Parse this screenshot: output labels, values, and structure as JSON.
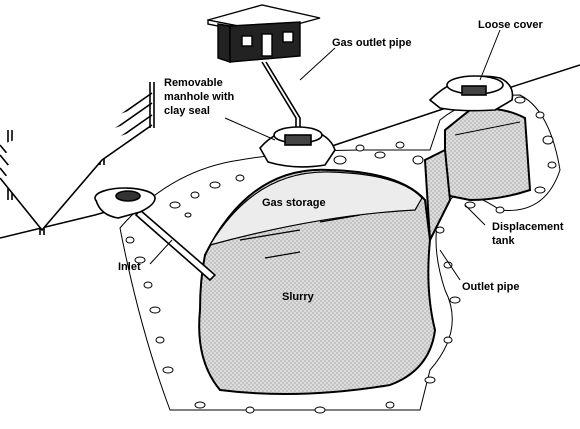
{
  "labels": {
    "loose_cover": "Loose cover",
    "gas_outlet_pipe": "Gas outlet pipe",
    "manhole_line1": "Removable",
    "manhole_line2": "manhole with",
    "manhole_line3": "clay seal",
    "gas_storage": "Gas storage",
    "displacement_line1": "Displacement",
    "displacement_line2": "tank",
    "inlet": "Inlet",
    "outlet_pipe": "Outlet pipe",
    "slurry": "Slurry"
  },
  "colors": {
    "ink": "#000000",
    "paper": "#ffffff",
    "digester_fill": "#d9d9d9",
    "gas_fill": "#e6e6e6"
  }
}
